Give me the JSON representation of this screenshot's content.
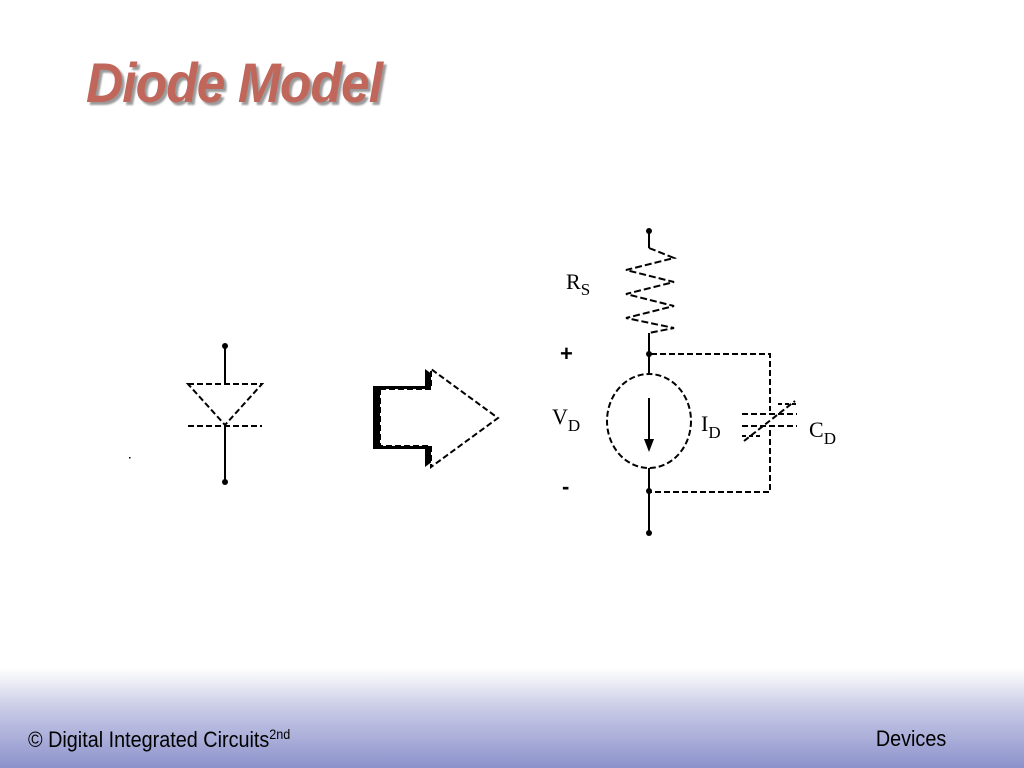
{
  "slide": {
    "title": "Diode Model"
  },
  "diagram": {
    "labels": {
      "rs_main": "R",
      "rs_sub": "S",
      "vd_main": "V",
      "vd_sub": "D",
      "id_main": "I",
      "id_sub": "D",
      "cd_main": "C",
      "cd_sub": "D",
      "plus": "+",
      "minus": "-"
    },
    "icons": {
      "diode": "diode-symbol-icon",
      "arrow": "right-arrow-icon",
      "resistor": "resistor-icon",
      "current_source": "current-source-icon",
      "capacitor": "variable-capacitor-icon"
    }
  },
  "footer": {
    "left_text": "© Digital Integrated Circuits",
    "left_sup": "2nd",
    "right_text": "Devices"
  },
  "colors": {
    "title": "#c0665a",
    "footer_gradient_end": "#8d92cc"
  }
}
